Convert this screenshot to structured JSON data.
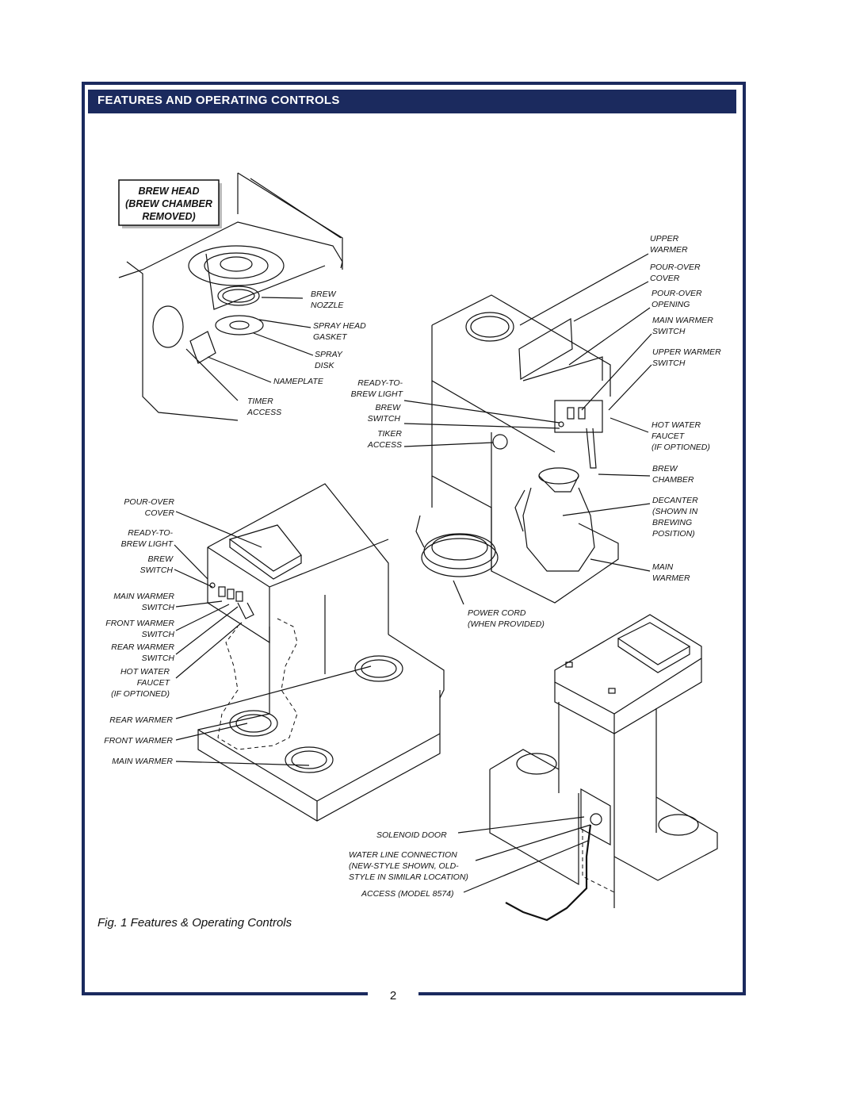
{
  "header": {
    "title": "FEATURES AND OPERATING CONTROLS"
  },
  "brew_head_box": {
    "line1": "BREW HEAD",
    "line2": "(BREW CHAMBER",
    "line3": "REMOVED)"
  },
  "brew_head_labels": {
    "brew_nozzle_1": "BREW",
    "brew_nozzle_2": "NOZZLE",
    "spray_head_gasket_1": "SPRAY HEAD",
    "spray_head_gasket_2": "GASKET",
    "spray_disk_1": "SPRAY",
    "spray_disk_2": "DISK",
    "nameplate": "NAMEPLATE",
    "timer_access_1": "TIMER",
    "timer_access_2": "ACCESS"
  },
  "right_unit_labels": {
    "upper_warmer_1": "UPPER",
    "upper_warmer_2": "WARMER",
    "pour_over_cover_1": "POUR-OVER",
    "pour_over_cover_2": "COVER",
    "pour_over_opening_1": "POUR-OVER",
    "pour_over_opening_2": "OPENING",
    "main_warmer_switch_1": "MAIN WARMER",
    "main_warmer_switch_2": "SWITCH",
    "upper_warmer_switch_1": "UPPER WARMER",
    "upper_warmer_switch_2": "SWITCH",
    "ready_to_brew_1": "READY-TO-",
    "ready_to_brew_2": "BREW LIGHT",
    "brew_switch_1": "BREW",
    "brew_switch_2": "SWITCH",
    "tiker_access_1": "TIKER",
    "tiker_access_2": "ACCESS",
    "hot_water_faucet_1": "HOT WATER",
    "hot_water_faucet_2": "FAUCET",
    "hot_water_faucet_3": "(IF OPTIONED)",
    "brew_chamber_1": "BREW",
    "brew_chamber_2": "CHAMBER",
    "decanter_1": "DECANTER",
    "decanter_2": "(SHOWN IN",
    "decanter_3": "BREWING",
    "decanter_4": "POSITION)",
    "main_warmer_1": "MAIN",
    "main_warmer_2": "WARMER",
    "power_cord_1": "POWER CORD",
    "power_cord_2": "(WHEN PROVIDED)"
  },
  "left_unit_labels": {
    "pour_over_cover_1": "POUR-OVER",
    "pour_over_cover_2": "COVER",
    "ready_to_brew_1": "READY-TO-",
    "ready_to_brew_2": "BREW LIGHT",
    "brew_switch_1": "BREW",
    "brew_switch_2": "SWITCH",
    "main_warmer_switch_1": "MAIN WARMER",
    "main_warmer_switch_2": "SWITCH",
    "front_warmer_switch_1": "FRONT WARMER",
    "front_warmer_switch_2": "SWITCH",
    "rear_warmer_switch_1": "REAR WARMER",
    "rear_warmer_switch_2": "SWITCH",
    "hot_water_faucet_1": "HOT WATER",
    "hot_water_faucet_2": "FAUCET",
    "hot_water_faucet_3": "(IF OPTIONED)",
    "rear_warmer": "REAR WARMER",
    "front_warmer": "FRONT WARMER",
    "main_warmer": "MAIN WARMER"
  },
  "back_unit_labels": {
    "solenoid_door": "SOLENOID DOOR",
    "water_line_1": "WATER LINE CONNECTION",
    "water_line_2": "(NEW-STYLE SHOWN, OLD-",
    "water_line_3": "STYLE IN SIMILAR LOCATION)",
    "access_model": "ACCESS (MODEL 8574)"
  },
  "caption": "Fig. 1  Features & Operating Controls",
  "page_number": "2"
}
